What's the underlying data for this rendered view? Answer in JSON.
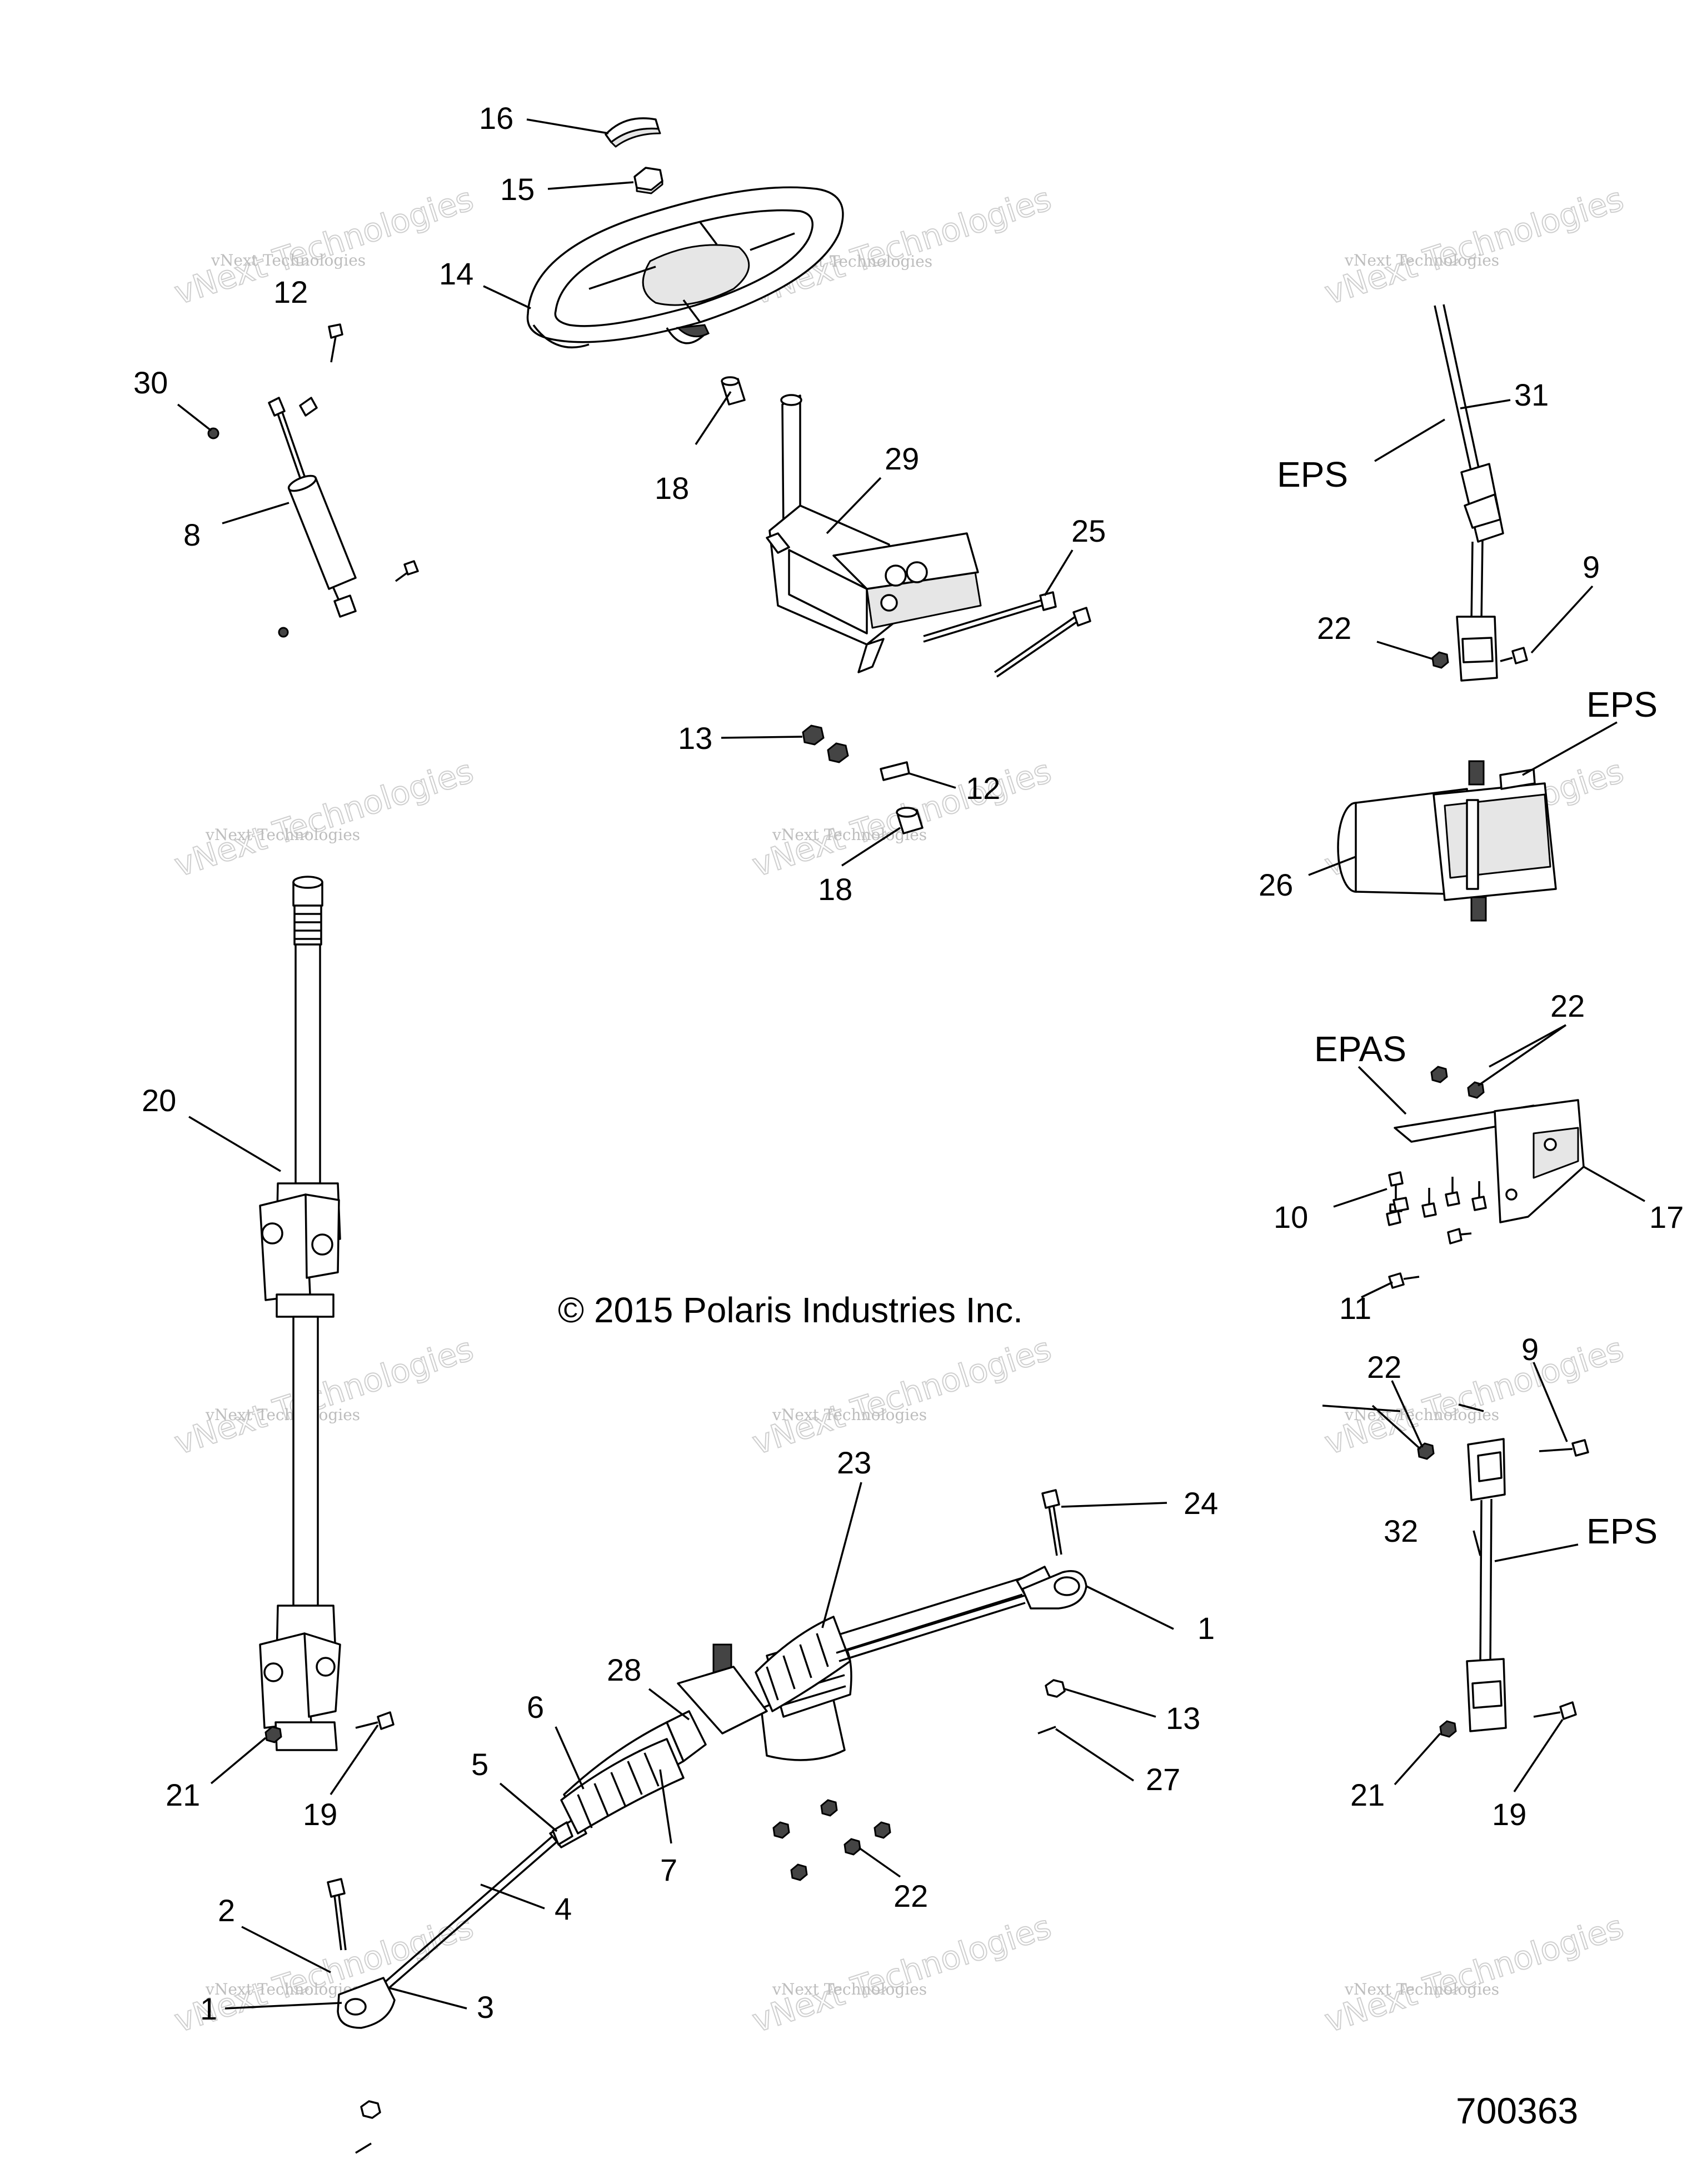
{
  "diagram": {
    "copyright": "© 2015 Polaris Industries Inc.",
    "figure_number": "700363",
    "watermark": {
      "line1": "vNext Technologies",
      "line2": "vNext Technologies"
    },
    "callouts": {
      "c16": "16",
      "c15": "15",
      "c14": "14",
      "c12a": "12",
      "c30": "30",
      "c8": "8",
      "c18a": "18",
      "c29": "29",
      "c25": "25",
      "c13a": "13",
      "c12b": "12",
      "c18b": "18",
      "c31": "31",
      "eps1": "EPS",
      "c9a": "9",
      "c22a": "22",
      "eps2": "EPS",
      "c26": "26",
      "c22b": "22",
      "epas": "EPAS",
      "c10": "10",
      "c17": "17",
      "c11": "11",
      "c20": "20",
      "c21a": "21",
      "c19a": "19",
      "c24": "24",
      "c23": "23",
      "c1a": "1",
      "c28": "28",
      "c6": "6",
      "c5": "5",
      "c7": "7",
      "c13b": "13",
      "c27": "27",
      "c22c": "22",
      "c4": "4",
      "c2": "2",
      "c3": "3",
      "c1b": "1",
      "c22d": "22",
      "c9b": "9",
      "c32": "32",
      "eps3": "EPS",
      "c21b": "21",
      "c19b": "19"
    }
  }
}
